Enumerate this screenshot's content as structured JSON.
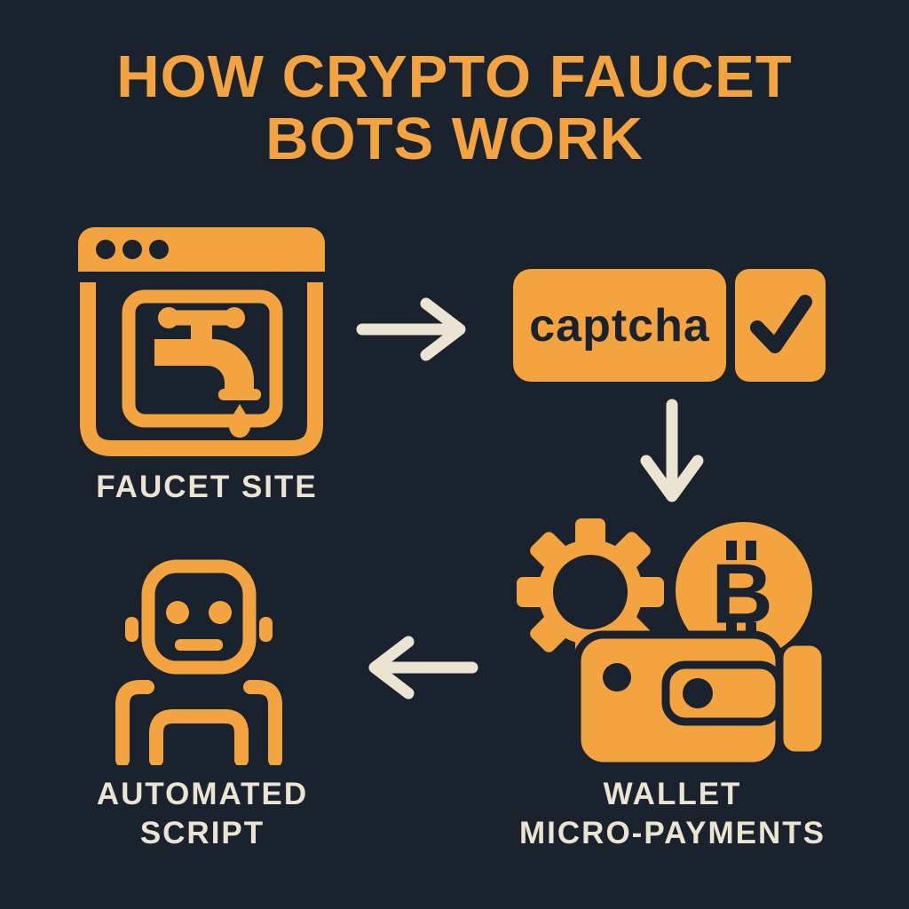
{
  "title": {
    "line1": "HOW CRYPTO FAUCET",
    "line2": "BOTS WORK"
  },
  "colors": {
    "background": "#1a222e",
    "accent_orange": "#f3a441",
    "label_cream": "#ece4d2",
    "icon_dark": "#1a222e"
  },
  "steps": {
    "faucet_site": {
      "label": "FAUCET SITE"
    },
    "captcha": {
      "text": "captcha",
      "checked": "✓"
    },
    "wallet": {
      "label_line1": "WALLET",
      "label_line2": "MICRO-PAYMENTS"
    },
    "automated_script": {
      "label_line1": "AUTOMATED",
      "label_line2": "SCRIPT"
    }
  },
  "bitcoin_symbol": "B"
}
